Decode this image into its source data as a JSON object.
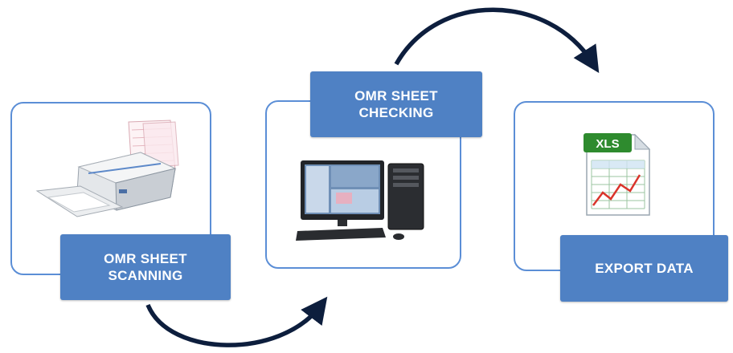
{
  "steps": [
    {
      "label": "OMR SHEET\nSCANNING",
      "icon": "scanner-icon"
    },
    {
      "label": "OMR SHEET\nCHECKING",
      "icon": "desktop-computer-icon"
    },
    {
      "label": "EXPORT DATA",
      "icon": "xls-file-icon",
      "icon_text": "XLS"
    }
  ],
  "colors": {
    "frame_border": "#5b8ed6",
    "label_fill": "#4f81c4",
    "label_text": "#ffffff",
    "arrow": "#0d1e3d",
    "xls_green": "#2e8b2e"
  }
}
